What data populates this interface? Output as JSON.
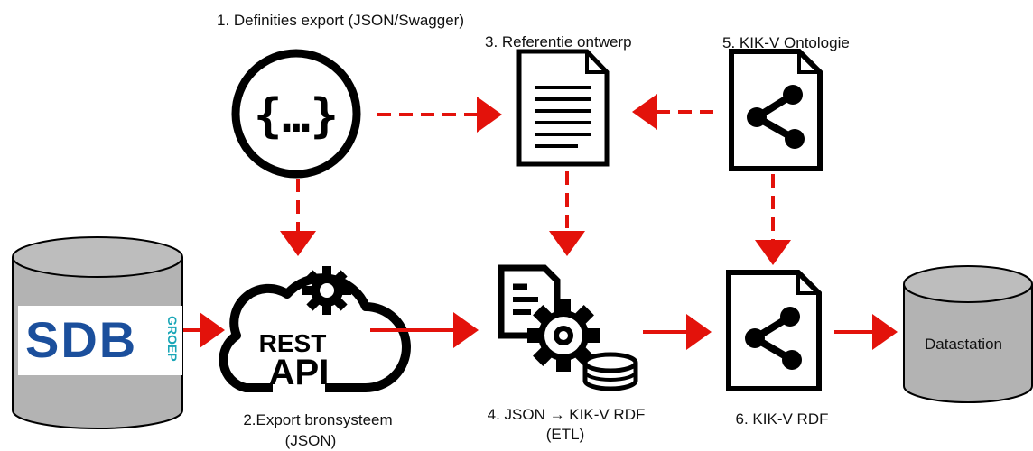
{
  "labels": {
    "step1": "1. Definities export (JSON/Swagger)",
    "step2_line1": "2.Export bronsysteem",
    "step2_line2": "(JSON)",
    "step3": "3. Referentie ontwerp",
    "step4_line1": "4. JSON → KIK-V RDF",
    "step4_line2": "(ETL)",
    "step5": "5. KIK-V Ontologie",
    "step6": "6. KIK-V RDF",
    "datastation": "Datastation"
  },
  "logo": {
    "text": "SDB",
    "subtext": "GROEP"
  },
  "api_icon": {
    "line1": "REST",
    "line2": "API"
  },
  "colors": {
    "arrow": "#e3120b",
    "cylinder": "#b3b3b3",
    "stroke": "#000000",
    "logo_blue": "#1b4f9c",
    "logo_teal": "#1aa6b7"
  }
}
